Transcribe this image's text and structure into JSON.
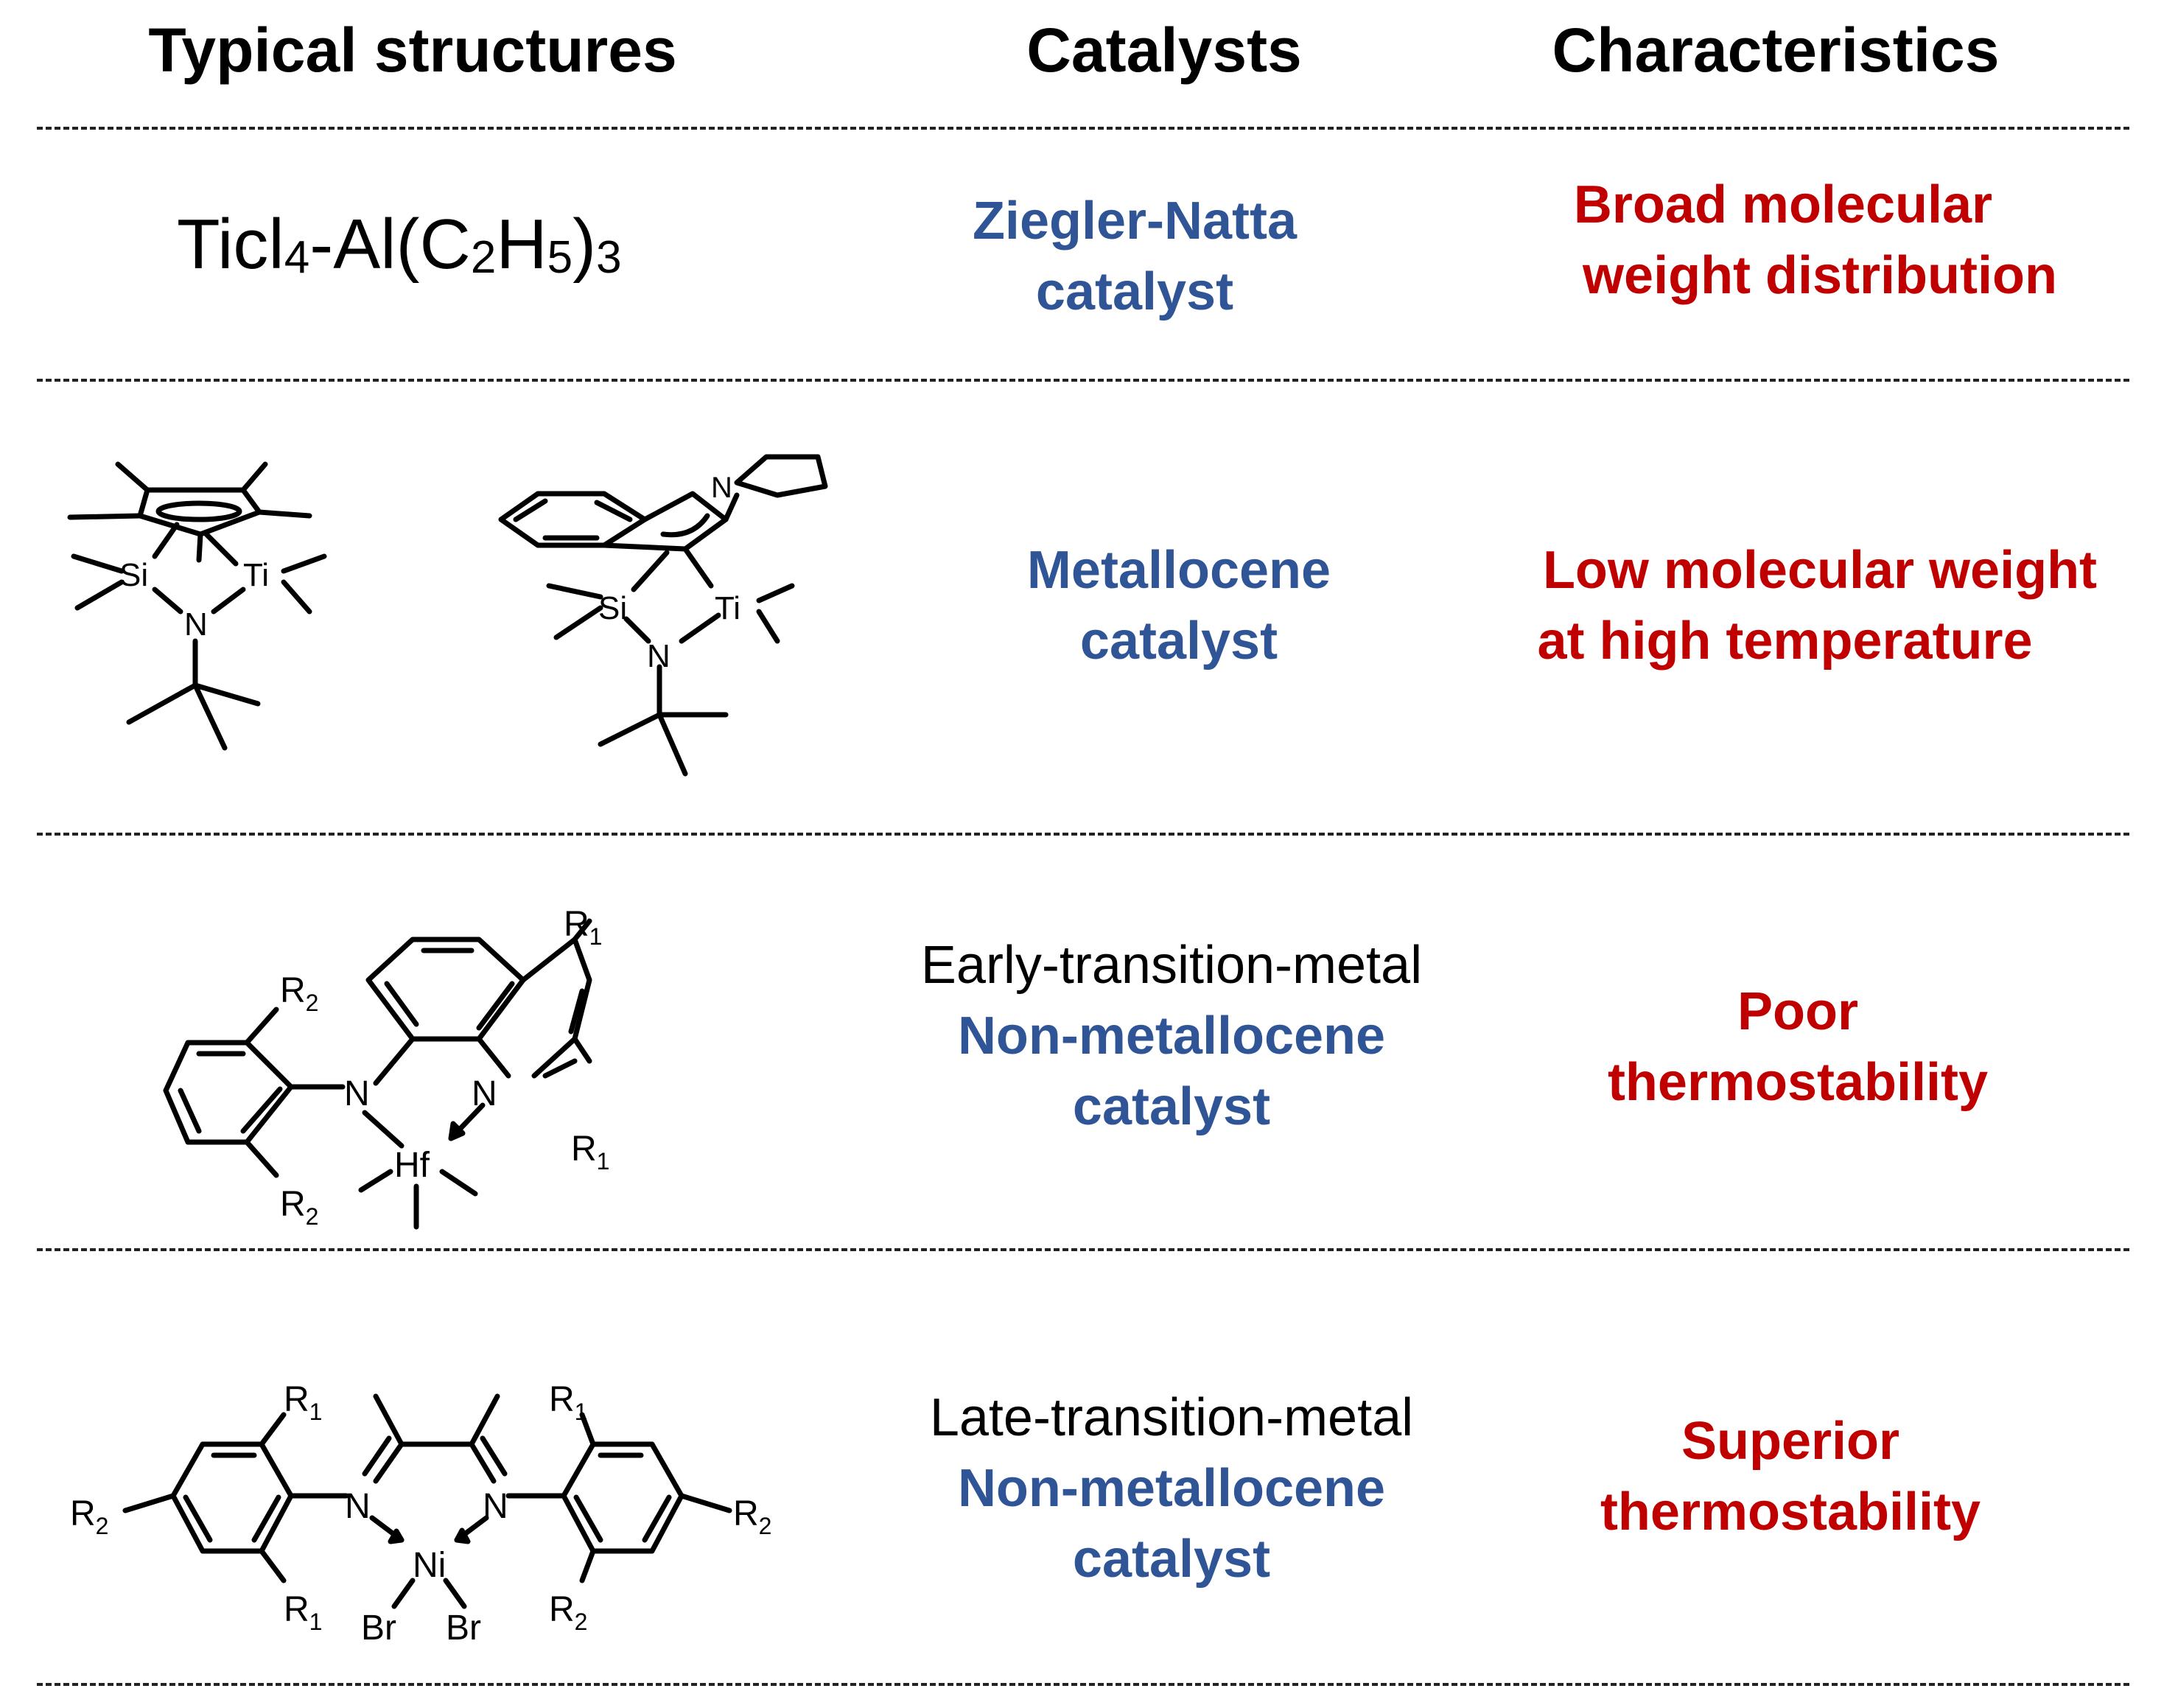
{
  "headers": {
    "structures": "Typical structures",
    "catalysts": "Catalysts",
    "characteristics": "Characteristics"
  },
  "rows": [
    {
      "formula": {
        "a": "Ticl",
        "a_sub": "4",
        "b": "-Al(C",
        "b_sub": "2",
        "c": "H",
        "c_sub": "5",
        "d": ")",
        "d_sub": "3"
      },
      "catalyst": [
        "Ziegler-Natta",
        "catalyst"
      ],
      "characteristic": [
        "Broad molecular",
        "weight distribution"
      ]
    },
    {
      "catalyst": [
        "Metallocene",
        "catalyst"
      ],
      "characteristic": [
        "Low molecular weight",
        "at high temperature"
      ]
    },
    {
      "catalyst_prefix": "Early-transition-metal",
      "catalyst": [
        "Non-metallocene",
        "catalyst"
      ],
      "characteristic": [
        "Poor",
        "thermostability"
      ]
    },
    {
      "catalyst_prefix": "Late-transition-metal",
      "catalyst": [
        "Non-metallocene",
        "catalyst"
      ],
      "characteristic": [
        "Superior",
        "thermostability"
      ]
    }
  ],
  "atom_labels": {
    "si": "Si",
    "ti": "Ti",
    "n": "N",
    "hf": "Hf",
    "ni": "Ni",
    "br": "Br",
    "r": "R",
    "one": "1",
    "two": "2"
  },
  "colors": {
    "catalyst_blue": "#2f5597",
    "characteristic_red": "#c00000"
  }
}
